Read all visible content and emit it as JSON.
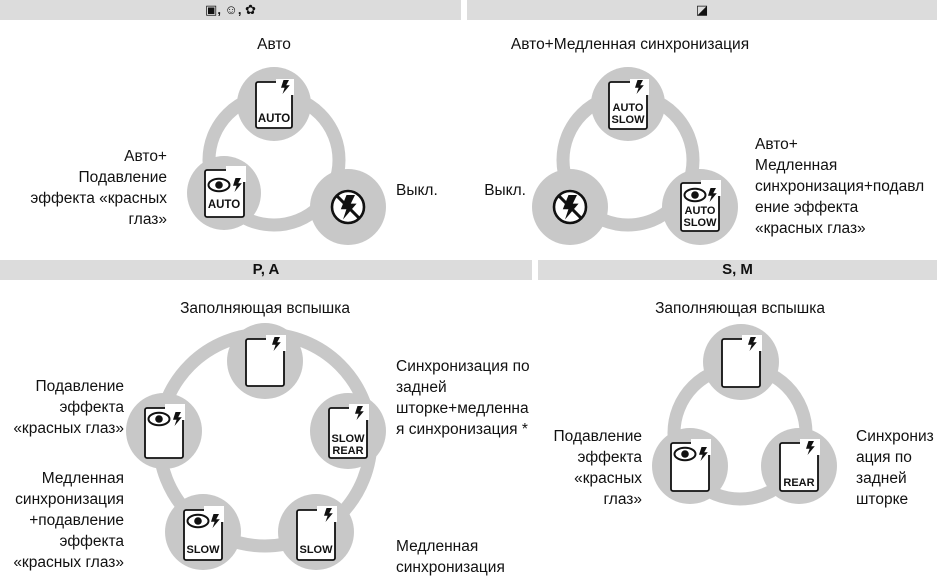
{
  "headers": {
    "top_left": "",
    "top_right": "",
    "bottom_left": "P, A",
    "bottom_right": "S, M"
  },
  "header_icons": {
    "top_left": [
      "auto-scene-icon",
      "child-icon",
      "close-up-icon"
    ],
    "top_right": [
      "night-portrait-icon"
    ]
  },
  "panel_auto": {
    "top": "Авто",
    "left": "Авто+\nПодавление\nэффекта «красных\nглаз»",
    "right": "Выкл.",
    "badges": [
      "AUTO",
      "AUTO"
    ]
  },
  "panel_night": {
    "top": "Авто+Медленная синхронизация",
    "left": "Выкл.",
    "right": "Авто+\nМедленная\nсинхронизация+подавл\nение  эффекта\n«красных глаз»",
    "badges": [
      "AUTO SLOW",
      "AUTO SLOW"
    ]
  },
  "panel_pa": {
    "top": "Заполняющая вспышка",
    "left_upper": "Подавление\nэффекта\n«красных глаз»",
    "left_lower": "Медленная\nсинхронизация\n+подавление\nэффекта\n«красных глаз»",
    "right_upper": "Синхронизация по\nзадней\nшторке+медленна\nя синхронизация *",
    "right_lower": "Медленная\nсинхронизация",
    "badges": [
      "SLOW REAR",
      "SLOW",
      "SLOW"
    ]
  },
  "panel_sm": {
    "top": "Заполняющая вспышка",
    "left": "Подавление\nэффекта\n«красных\nглаз»",
    "right": "Синхрониз\nация по\nзадней\nшторке",
    "badges": [
      "REAR"
    ]
  },
  "colors": {
    "header_bg": "#dcdcdc",
    "ring": "#c8c8c8",
    "ink": "#111111"
  }
}
